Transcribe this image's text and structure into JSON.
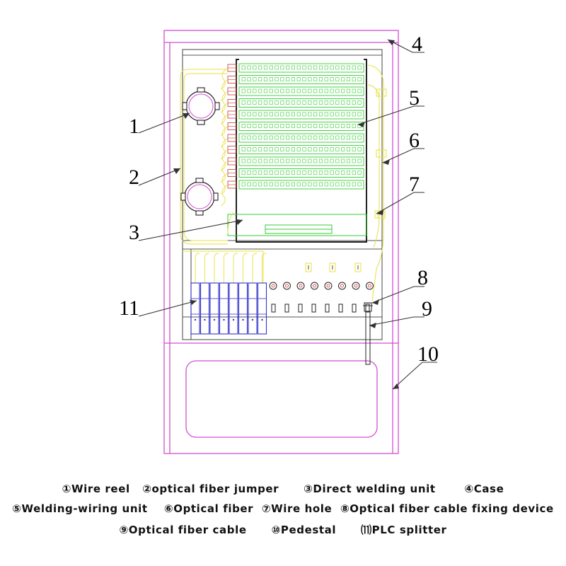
{
  "callouts": [
    "1",
    "2",
    "3",
    "4",
    "5",
    "6",
    "7",
    "8",
    "9",
    "10",
    "11"
  ],
  "legend": {
    "row1": [
      "①Wire reel",
      "②optical fiber jumper",
      "③Direct welding unit",
      "④Case"
    ],
    "row2": [
      "⑤Welding-wiring unit",
      "⑥Optical fiber",
      "⑦Wire hole",
      "⑧Optical fiber cable fixing device"
    ],
    "row3": [
      "⑨Optical fiber cable",
      "⑩Pedestal",
      "⑾PLC splitter"
    ]
  },
  "colors": {
    "case": "#d24ed2",
    "structure": "#555555",
    "fiber": "#e8e040",
    "module": "#33cc33",
    "splitter": "#3333cc",
    "adapter": "#cc3333",
    "leader": "#333333"
  },
  "counts": {
    "welding_rows": 11,
    "splitters": 8,
    "wire_holes": 7
  }
}
